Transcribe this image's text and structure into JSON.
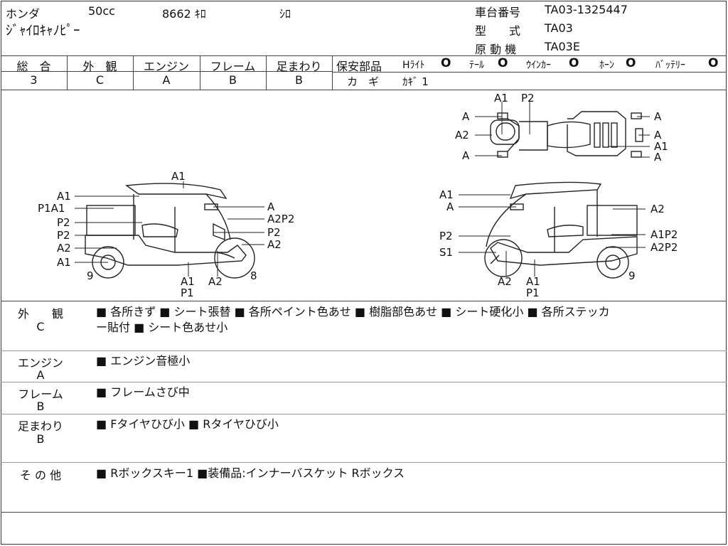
{
  "header": {
    "maker": "ホンダ",
    "displacement": "50cc",
    "mileage": "8662 ｷﾛ",
    "color": "ｼﾛ",
    "model_name": "ｼﾞｬｲﾛｷｬﾉﾋﾟｰ",
    "chassis_label": "車台番号",
    "chassis_value": "TA03-1325447",
    "type_label": "型　　式",
    "type_value": "TA03",
    "engine_model_label": "原 動 機",
    "engine_model_value": "TA03E"
  },
  "grades": [
    {
      "label": "総　合",
      "value": "3"
    },
    {
      "label": "外　観",
      "value": "C"
    },
    {
      "label": "エンジン",
      "value": "A"
    },
    {
      "label": "フレーム",
      "value": "B"
    },
    {
      "label": "足まわり",
      "value": "B"
    }
  ],
  "safety": {
    "label": "保安部品",
    "items": [
      {
        "name": "Hﾗｲﾄ",
        "mark": "O"
      },
      {
        "name": "ﾃｰﾙ",
        "mark": "O"
      },
      {
        "name": "ｳｲﾝｶｰ",
        "mark": "O"
      },
      {
        "name": "ﾎｰﾝ",
        "mark": "O"
      },
      {
        "name": "ﾊﾞｯﾃﾘｰ",
        "mark": "O"
      }
    ],
    "key_label": "カ　ギ",
    "key_value": "ｶｷﾞ 1"
  },
  "diagram_labels": {
    "left": [
      "A1",
      "A1",
      "P1A1",
      "P2",
      "P2",
      "A2",
      "A1",
      "9",
      "A1",
      "P1",
      "A2",
      "8",
      "A",
      "A2P2",
      "P2",
      "A2"
    ],
    "right": [
      "A1",
      "A",
      "P2",
      "S1",
      "A2",
      "A1",
      "P1",
      "9",
      "A2",
      "A1P2",
      "A2P2"
    ],
    "top": [
      "A1",
      "P2",
      "A",
      "A2",
      "A",
      "A",
      "A",
      "A1",
      "A"
    ]
  },
  "sections": [
    {
      "label": "外　　観",
      "grade": "C",
      "line1": "■ 各所きず ■ シート張替 ■ 各所ペイント色あせ ■ 樹脂部色あせ ■ シート硬化小 ■ 各所ステッカ",
      "line2": "ー貼付 ■ シート色あせ小"
    },
    {
      "label": "エンジン",
      "grade": "A",
      "line1": "■ エンジン音極小",
      "line2": ""
    },
    {
      "label": "フレーム",
      "grade": "B",
      "line1": "■ フレームさび中",
      "line2": ""
    },
    {
      "label": "足まわり",
      "grade": "B",
      "line1": "■ Fタイヤひび小 ■ Rタイヤひび小",
      "line2": ""
    },
    {
      "label": "そ の 他",
      "grade": "",
      "line1": "■ Rボックスキー1 ■装備品:インナーバスケット Rボックス",
      "line2": ""
    }
  ]
}
